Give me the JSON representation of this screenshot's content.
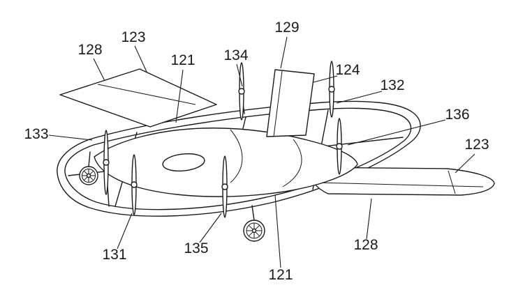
{
  "figure": {
    "colors": {
      "ink": "#1a1a1a",
      "background": "#ffffff"
    },
    "labels": [
      {
        "name": "ref-128-top-left",
        "text": "128"
      },
      {
        "name": "ref-123-top-left",
        "text": "123"
      },
      {
        "name": "ref-121-top",
        "text": "121"
      },
      {
        "name": "ref-134",
        "text": "134"
      },
      {
        "name": "ref-129",
        "text": "129"
      },
      {
        "name": "ref-124",
        "text": "124"
      },
      {
        "name": "ref-132",
        "text": "132"
      },
      {
        "name": "ref-136",
        "text": "136"
      },
      {
        "name": "ref-133",
        "text": "133"
      },
      {
        "name": "ref-123-right",
        "text": "123"
      },
      {
        "name": "ref-131",
        "text": "131"
      },
      {
        "name": "ref-135",
        "text": "135"
      },
      {
        "name": "ref-121-bottom",
        "text": "121"
      },
      {
        "name": "ref-128-right",
        "text": "128"
      }
    ]
  }
}
